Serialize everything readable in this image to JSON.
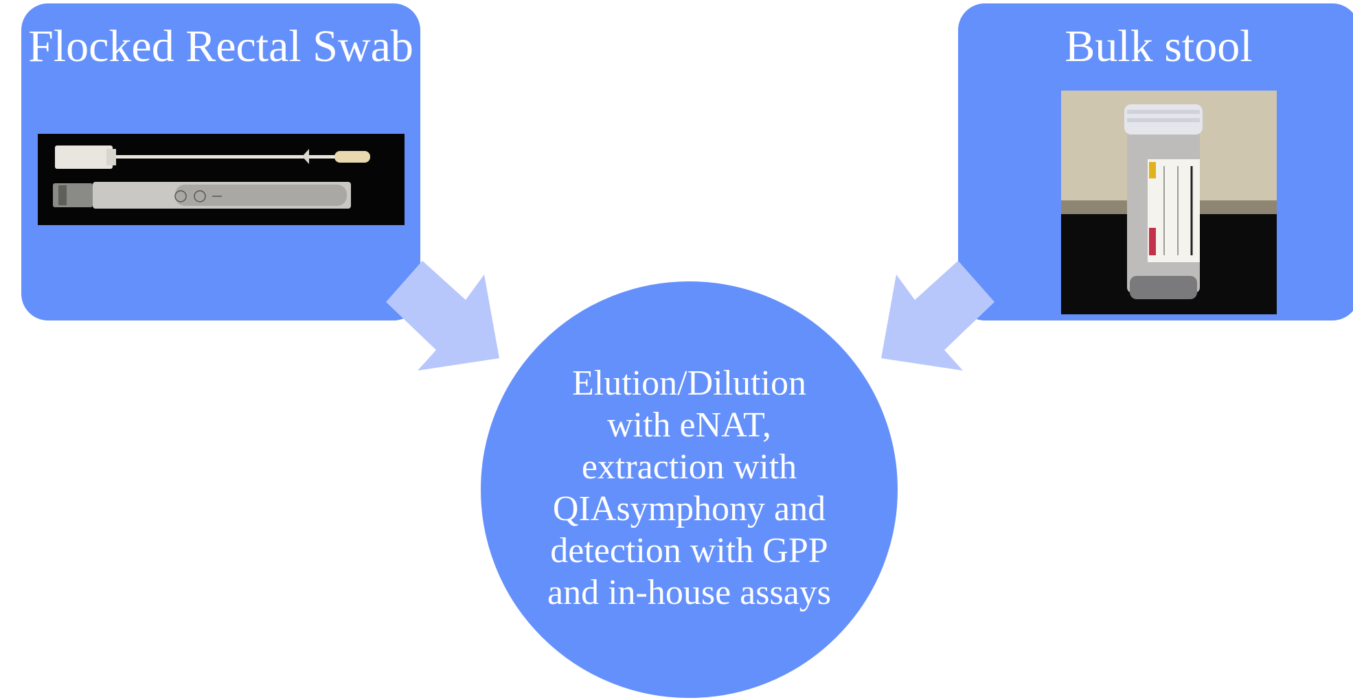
{
  "swab_box": {
    "title": "Flocked Rectal Swab",
    "image_icon": "swab-tube-photo"
  },
  "stool_box": {
    "title": "Bulk stool",
    "image_icon": "stool-container-photo"
  },
  "center": {
    "text": "Elution/Dilution with eNAT, extraction with QIAsymphony and detection with GPP and in-house assays"
  },
  "colors": {
    "box_fill": "#6490fb",
    "arrow_fill": "#b7c7fc",
    "text": "#ffffff"
  }
}
